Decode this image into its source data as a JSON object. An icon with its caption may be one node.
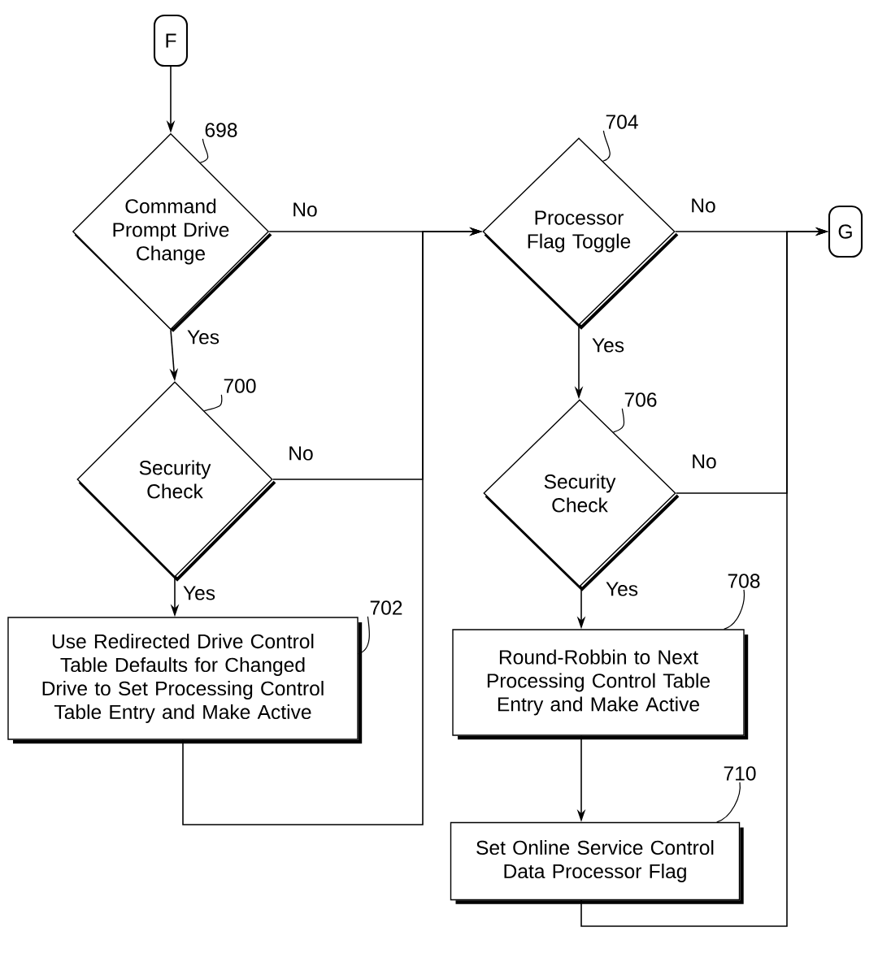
{
  "diagram": {
    "nodes": [
      {
        "text": [
          "F"
        ]
      },
      {
        "text": [
          "Command Prompt Drive Change"
        ]
      },
      {
        "text": [
          "Security Check"
        ]
      },
      {
        "text": [
          "Use Redirected Drive Control Table Defaults for Changed Drive to Set Processing Control Table Entry and Make Active"
        ]
      },
      {
        "text": [
          "Processor Flag Toggle"
        ]
      },
      {
        "text": [
          "Security Check"
        ]
      },
      {
        "text": [
          "Round-Robbin to Next Processing Control Table Entry and Make Active"
        ]
      },
      {
        "text": [
          "Set Online Service Control Data Processor Flag"
        ]
      },
      {
        "text": [
          "G"
        ]
      },
      {
        "text": [
          "698"
        ]
      },
      {
        "text": [
          "700"
        ]
      },
      {
        "text": [
          "702"
        ]
      },
      {
        "text": [
          "704"
        ]
      },
      {
        "text": [
          "706"
        ]
      },
      {
        "text": [
          "708"
        ]
      },
      {
        "text": [
          "710"
        ]
      }
    ],
    "edges": [
      {
        "from": 0,
        "to": 1,
        "arrow": "to"
      },
      {
        "from": 1,
        "to": 4,
        "arrow": "to",
        "label": "No"
      },
      {
        "from": 1,
        "to": 2,
        "arrow": "to",
        "label": "Yes"
      },
      {
        "from": 2,
        "to": 4,
        "arrow": "to",
        "label": "No"
      },
      {
        "from": 2,
        "to": 3,
        "arrow": "to",
        "label": "Yes"
      },
      {
        "from": 3,
        "to": 4,
        "arrow": "to"
      },
      {
        "from": 4,
        "to": 8,
        "arrow": "to",
        "label": "No"
      },
      {
        "from": 4,
        "to": 5,
        "arrow": "to",
        "label": "Yes"
      },
      {
        "from": 5,
        "to": 8,
        "arrow": "to",
        "label": "No"
      },
      {
        "from": 5,
        "to": 6,
        "arrow": "to",
        "label": "Yes"
      },
      {
        "from": 6,
        "to": 7,
        "arrow": "to"
      },
      {
        "from": 7,
        "to": 8,
        "arrow": "to"
      },
      {
        "from": 9,
        "to": 1,
        "arrow": "none"
      },
      {
        "from": 10,
        "to": 2,
        "arrow": "none"
      },
      {
        "from": 11,
        "to": 3,
        "arrow": "none"
      },
      {
        "from": 12,
        "to": 4,
        "arrow": "none"
      },
      {
        "from": 13,
        "to": 5,
        "arrow": "none"
      },
      {
        "from": 14,
        "to": 6,
        "arrow": "none"
      },
      {
        "from": 15,
        "to": 7,
        "arrow": "none"
      }
    ]
  }
}
